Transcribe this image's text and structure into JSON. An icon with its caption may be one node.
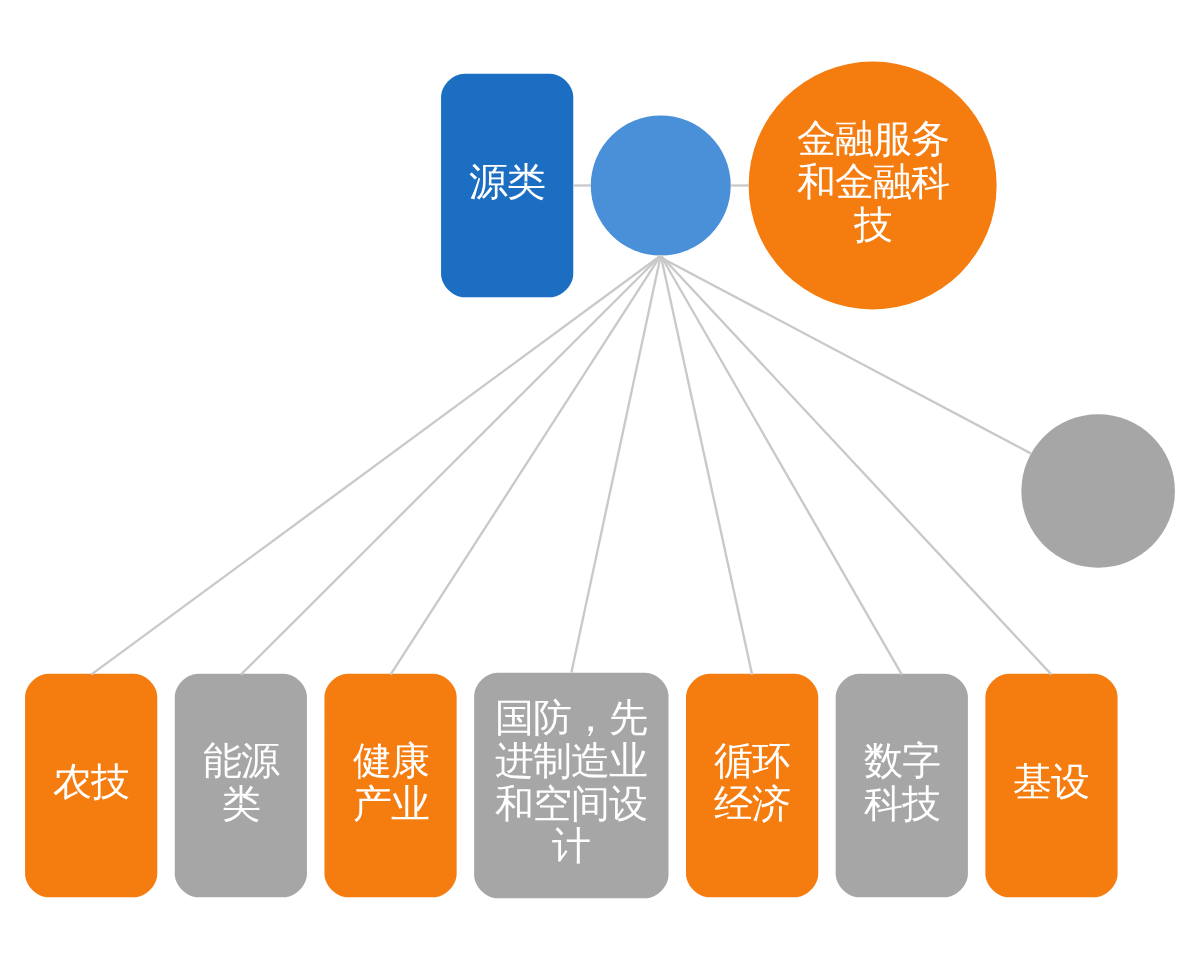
{
  "diagram": {
    "nodes": [
      {
        "text": [],
        "shape": "circle"
      },
      {
        "text": [
          "源类"
        ]
      },
      {
        "text": [
          "金融服务和金融科技"
        ]
      },
      {
        "text": [],
        "shape": "circle"
      },
      {
        "text": [
          "农技"
        ]
      },
      {
        "text": [
          "能源类"
        ]
      },
      {
        "text": [
          "健康产业"
        ]
      },
      {
        "text": [
          "国防，先进制造业和空间设计"
        ]
      },
      {
        "text": [
          "循环经济"
        ]
      },
      {
        "text": [
          "数字科技"
        ]
      },
      {
        "text": [
          "基设"
        ]
      }
    ],
    "edges": [
      {
        "from": 1,
        "to": 0,
        "arrow": "none"
      },
      {
        "from": 0,
        "to": 2,
        "arrow": "none"
      },
      {
        "from": 0,
        "to": 4,
        "arrow": "none"
      },
      {
        "from": 0,
        "to": 5,
        "arrow": "none"
      },
      {
        "from": 0,
        "to": 6,
        "arrow": "none"
      },
      {
        "from": 0,
        "to": 7,
        "arrow": "none"
      },
      {
        "from": 0,
        "to": 8,
        "arrow": "none"
      },
      {
        "from": 0,
        "to": 9,
        "arrow": "none"
      },
      {
        "from": 0,
        "to": 10,
        "arrow": "none"
      },
      {
        "from": 0,
        "to": 3,
        "arrow": "none"
      }
    ]
  }
}
